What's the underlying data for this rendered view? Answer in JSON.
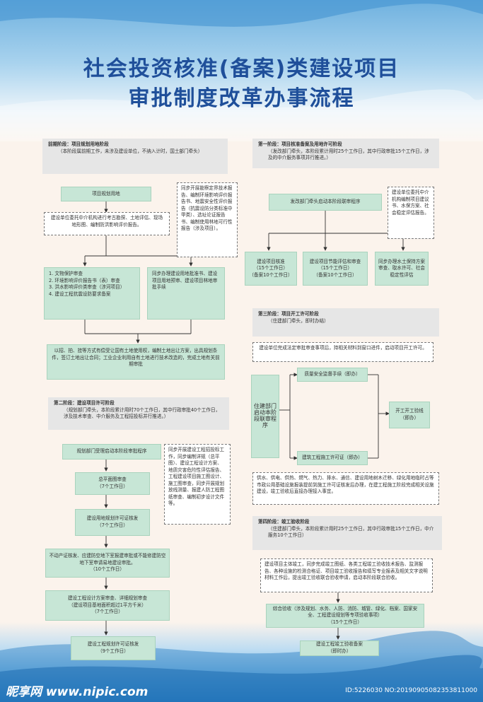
{
  "title_line1": "社会投资核准(备案)类建设项目",
  "title_line2": "审批制度改革办事流程",
  "pre": {
    "head": "前期阶段：项目规划用地阶段",
    "desc": "（本阶段属前期工作，未涉及建设单位，不纳入计时，国土部门牵头）",
    "plan_land": "项目规划用地",
    "side": "同步开展勘察定界技术报告、编制环境影响评价报告书、地震安全性评价报告（抗震设防分类标准中甲类）、选址论证报告书、编制使用林地可行性报告（涉及项目）。",
    "entrust": "建设单位委托中介机构进行考古勘探、土地评估、现场地形图、编制防洪影响评价报告。",
    "list": "1. 文物保护审查\n2. 环境影响评价报告书（表）审查\n3. 洪水影响评价类审查（涉河项目）\n4. 建设工程抗震设防要求备案",
    "sync_land": "同步办理建设用地批准书、建设项目用地预审、建设项目林地审批手续",
    "auction": "以招、拍、挂等方式有偿受让国有土地使用权，编制土地出让方案，出具规划条件，签订土地出让合同；工业企业利用自有土地进行技术改造的，完成土地有关前期审批"
  },
  "s2": {
    "head": "第二阶段：建设项目许可阶段",
    "desc": "（规划部门牵头，本阶段累计用时70个工作日，其中行政审批40个工作日，涉及技术审查、中介服务及工程招投标并行推进。）",
    "accept": "规划部门受理启动本阶段审批程序",
    "side": "同步开展建设工程招投标工作，同步编制详规（总平图）、建设工程设计方案、地质灾害危险性评估报告、工程建设项目施工图设计、施工图审查，同步开展规划放线测量、报建人防工程图纸审查、编制初步设计文件等。",
    "plan_review": "总平面图审查\n（7个工作日）",
    "land_permit": "建设用地规划许可证核发\n（7个工作日）",
    "civil_defense": "不动产证核发、应建防空地下室报建审批或不能修建防空地下室申请易地建设审批。\n（10个工作日）",
    "design_review": "建设工程设计方案审查、详细规划审查\n（建设项目基地面积超过1平方千米）\n（7个工作日）",
    "eng_permit": "建设工程规划许可证核发\n（9个工作日）"
  },
  "s1": {
    "head": "第一阶段：项目核准备案及用地许可阶段",
    "desc": "（发改部门牵头，本阶段累计用时25个工作日，其中行政审批15个工作日，涉及的中介服务事项并行推进。）",
    "start": "发改部门牵头启动本阶段联审程序",
    "side": "建设单位委托中介机构编制项目建议书、水保方案、社会稳定评估报告。",
    "approve": "建设项目核准\n（15个工作日）\n（备案10个工作日）",
    "energy": "建设项目节能评估和审查（15个工作日）\n（备案10个工作日）",
    "water": "同步办理水土保持方案审查、取水许可、社会稳定性评估"
  },
  "s3": {
    "head": "第三阶段：项目开工许可阶段",
    "desc": "（住建部门牵头，即时办结）",
    "apply": "建设单位完成法定审批审查事项后，持相关材料到窗口进件，启动项目开工许可。",
    "vertical": "住建部门启动本阶段联审程序",
    "quality": "质量安全监督手续（即办）",
    "construction": "建筑工程施工许可证（即办）",
    "start_check": "开工开工验线\n（即办）",
    "utilities": "供水、供电、供热、燃气、热力、排水、通信、建设用地树木迁移、绿化用地临时占等市政公用基础设施报装提前到施工许可证核发后办理，在建工程施工阶段完成相关设施建设，竣工验收后直接办理接入事宜。"
  },
  "s4": {
    "head": "第四阶段：竣工验收阶段",
    "desc": "（住建部门牵头，本阶段累计用时25个工作日，其中行政审批15个工作日，中介服务10个工作日）",
    "prep": "建设项目主体竣工，同步完成竣工图纸、各类工程竣工验收技术报告、监测报告、各种设施的检测合格证、项目竣工验收报告和填写专业报表及相关文字说明材料工作后，提出竣工验收联合验收申请，启动本阶段联合验收。",
    "joint": "综合验收（涉及规划、水务、人防、消防、城管、绿化、档案、国家安全、工程建设规划等专项验收事项）\n（15个工作日）",
    "record": "建设工程竣工验收备案\n（即时办）"
  },
  "watermark": "昵享网 www.nipic.com",
  "image_id": "ID:5226030 NO:20190905082353811000"
}
